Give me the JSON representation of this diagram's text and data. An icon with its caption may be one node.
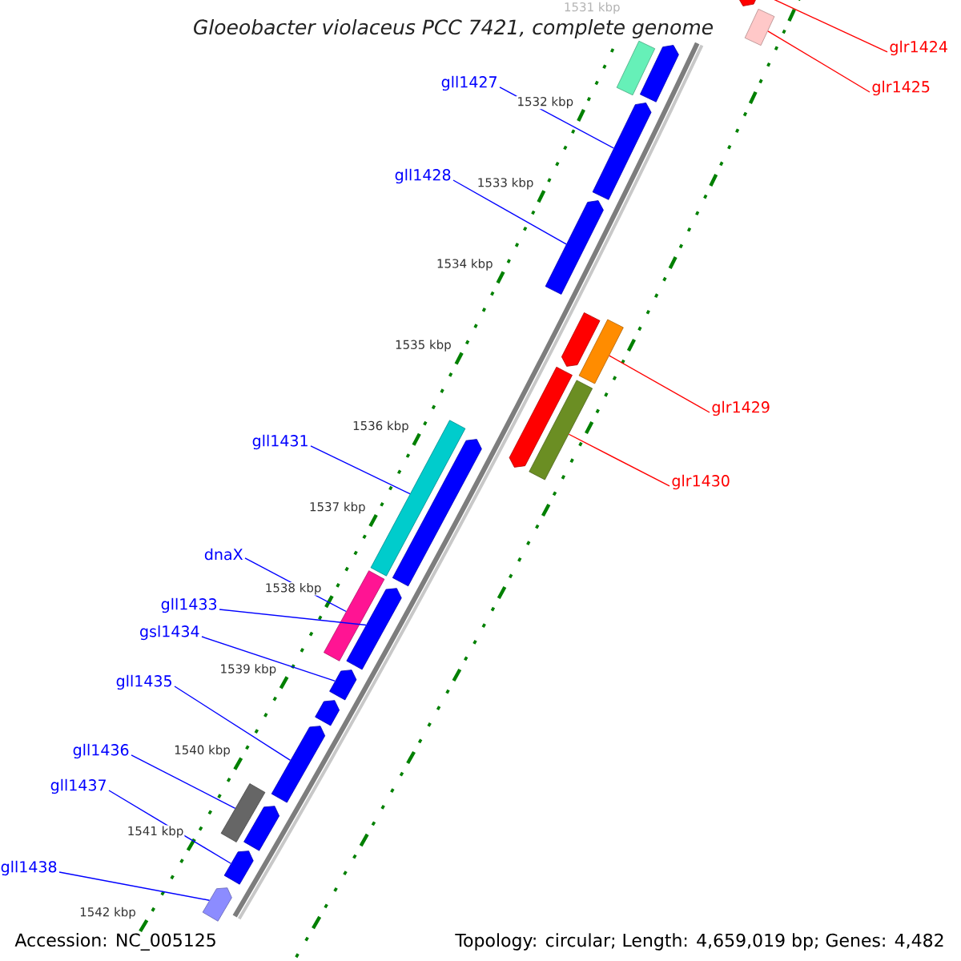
{
  "diagram": {
    "title": "Gloeobacter violaceus PCC 7421, complete genome",
    "nodes": [
      {
        "text": [],
        "shape": "box"
      },
      {
        "text": [],
        "shape": "bar"
      },
      {
        "text": [],
        "shape": "bar"
      },
      {
        "text": [],
        "shape": "box"
      },
      {
        "text": [],
        "shape": "box"
      },
      {
        "text": [],
        "shape": "box"
      },
      {
        "text": [],
        "shape": "box"
      },
      {
        "text": [],
        "shape": "bar"
      },
      {
        "text": [],
        "shape": "box"
      },
      {
        "text": [],
        "shape": "bar"
      },
      {
        "text": [],
        "shape": "bar"
      },
      {
        "text": [],
        "shape": "box"
      },
      {
        "text": [],
        "shape": "bar"
      },
      {
        "text": [],
        "shape": "box"
      },
      {
        "text": [],
        "shape": "box"
      },
      {
        "text": [],
        "shape": "box"
      },
      {
        "text": [],
        "shape": "box"
      },
      {
        "text": [],
        "shape": "bar"
      },
      {
        "text": [],
        "shape": "box"
      },
      {
        "text": [],
        "shape": "box"
      },
      {
        "text": [],
        "shape": "box"
      },
      {
        "text": [
          "glr1424"
        ]
      },
      {
        "text": [
          "gll1427"
        ]
      },
      {
        "text": [
          "glr1425"
        ]
      },
      {
        "text": [
          "gll1428"
        ]
      },
      {
        "text": [
          "glr1429"
        ]
      },
      {
        "text": [
          "gll1431"
        ]
      },
      {
        "text": [
          "glr1430"
        ]
      },
      {
        "text": [
          "dnaX"
        ]
      },
      {
        "text": [
          "gll1433"
        ]
      },
      {
        "text": [
          "gsl1434"
        ]
      },
      {
        "text": [
          "gll1435"
        ]
      },
      {
        "text": [
          "gll1436"
        ]
      },
      {
        "text": [
          "gll1437"
        ]
      },
      {
        "text": [
          "gll1438"
        ]
      }
    ],
    "edges": [
      {
        "from": 21,
        "to": 0,
        "arrow": "none",
        "color": "#ff0000"
      },
      {
        "from": 22,
        "to": 4,
        "arrow": "none"
      },
      {
        "from": 23,
        "to": 1,
        "arrow": "none",
        "color": "#ff0000"
      },
      {
        "from": 24,
        "to": 5,
        "arrow": "none"
      },
      {
        "from": 25,
        "to": 7,
        "arrow": "none",
        "color": "#ff0000"
      },
      {
        "from": 26,
        "to": 10,
        "arrow": "none"
      },
      {
        "from": 27,
        "to": 9,
        "arrow": "none",
        "color": "#ff0000"
      },
      {
        "from": 28,
        "to": 12,
        "arrow": "none"
      },
      {
        "from": 29,
        "to": 13,
        "arrow": "none"
      },
      {
        "from": 30,
        "to": 14,
        "arrow": "none"
      },
      {
        "from": 31,
        "to": 16,
        "arrow": "none"
      },
      {
        "from": 32,
        "to": 17,
        "arrow": "none"
      },
      {
        "from": 33,
        "to": 19,
        "arrow": "none"
      },
      {
        "from": 34,
        "to": 20,
        "arrow": "none"
      }
    ],
    "labels": [
      "1531 kbp",
      "1532 kbp",
      "1533 kbp",
      "1534 kbp",
      "1535 kbp",
      "1536 kbp",
      "1537 kbp",
      "1538 kbp",
      "1539 kbp",
      "1540 kbp",
      "1541 kbp",
      "1542 kbp",
      "Accession: NC_005125",
      "Topology: circular; Length: 4,659,019 bp; Genes: 4,482"
    ]
  }
}
